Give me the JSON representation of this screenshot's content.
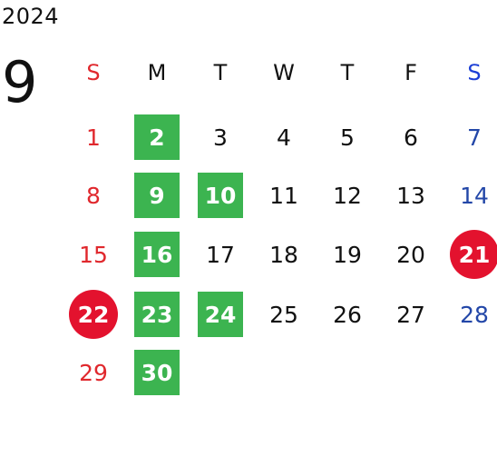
{
  "year": "2024",
  "month": "9",
  "weekday_headers": [
    "S",
    "M",
    "T",
    "W",
    "T",
    "F",
    "S"
  ],
  "colors": {
    "sunday_text": "#e0282d",
    "saturday_text": "#2347a8",
    "highlight_green": "#3cb450",
    "holiday_red": "#e3122e"
  },
  "weeks": [
    [
      {
        "day": "1"
      },
      {
        "day": "2",
        "mark": "green"
      },
      {
        "day": "3"
      },
      {
        "day": "4"
      },
      {
        "day": "5"
      },
      {
        "day": "6"
      },
      {
        "day": "7"
      }
    ],
    [
      {
        "day": "8"
      },
      {
        "day": "9",
        "mark": "green"
      },
      {
        "day": "10",
        "mark": "green"
      },
      {
        "day": "11"
      },
      {
        "day": "12"
      },
      {
        "day": "13"
      },
      {
        "day": "14"
      }
    ],
    [
      {
        "day": "15"
      },
      {
        "day": "16",
        "mark": "green"
      },
      {
        "day": "17"
      },
      {
        "day": "18"
      },
      {
        "day": "19"
      },
      {
        "day": "20"
      },
      {
        "day": "21",
        "mark": "red"
      }
    ],
    [
      {
        "day": "22",
        "mark": "red"
      },
      {
        "day": "23",
        "mark": "green"
      },
      {
        "day": "24",
        "mark": "green"
      },
      {
        "day": "25"
      },
      {
        "day": "26"
      },
      {
        "day": "27"
      },
      {
        "day": "28"
      }
    ],
    [
      {
        "day": "29"
      },
      {
        "day": "30",
        "mark": "green"
      },
      {
        "day": ""
      },
      {
        "day": ""
      },
      {
        "day": ""
      },
      {
        "day": ""
      },
      {
        "day": ""
      }
    ]
  ]
}
